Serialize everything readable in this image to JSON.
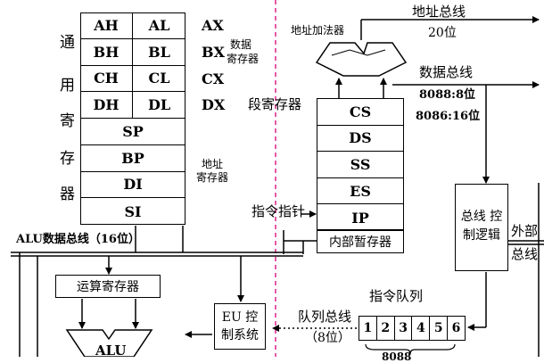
{
  "gp_registers": {
    "rows": [
      {
        "high": "AH",
        "low": "AL",
        "name": "AX"
      },
      {
        "high": "BH",
        "low": "BL",
        "name": "BX"
      },
      {
        "high": "CH",
        "low": "CL",
        "name": "CX"
      },
      {
        "high": "DH",
        "low": "DL",
        "name": "DX"
      }
    ],
    "pointer_regs": [
      "SP",
      "BP",
      "DI",
      "SI"
    ],
    "vertical_label": [
      "通",
      "用",
      "寄",
      "存",
      "器"
    ],
    "data_reg_label": [
      "数据",
      "寄存器"
    ],
    "addr_reg_label": [
      "地址",
      "寄存器"
    ]
  },
  "alu_bus_label": "ALU数据总线（16位）",
  "calc_reg_label": "运算寄存器",
  "alu_label": "ALU",
  "eu_control": [
    "EU 控",
    "制系统"
  ],
  "queue_bus": [
    "队列总线",
    "（8位）"
  ],
  "instr_queue": {
    "label": "指令队列",
    "cells": [
      "1",
      "2",
      "3",
      "4",
      "5",
      "6"
    ],
    "width_label": "8088"
  },
  "addr_adder_label": "地址加法器",
  "seg_reg_label": "段寄存器",
  "seg_regs": [
    "CS",
    "DS",
    "SS",
    "ES",
    "IP"
  ],
  "internal_temp_reg": "内部暂存器",
  "instr_pointer_label": "指令指针",
  "address_bus": [
    "地址总线",
    "20位"
  ],
  "data_bus": [
    "数据总线",
    "8088:8位",
    "8086:16位"
  ],
  "bus_control": [
    "总线 控",
    "制逻辑"
  ],
  "external_bus": [
    "外部",
    "总线"
  ],
  "colors": {
    "dashed_divider": "#e0208a",
    "line": "#000000"
  }
}
